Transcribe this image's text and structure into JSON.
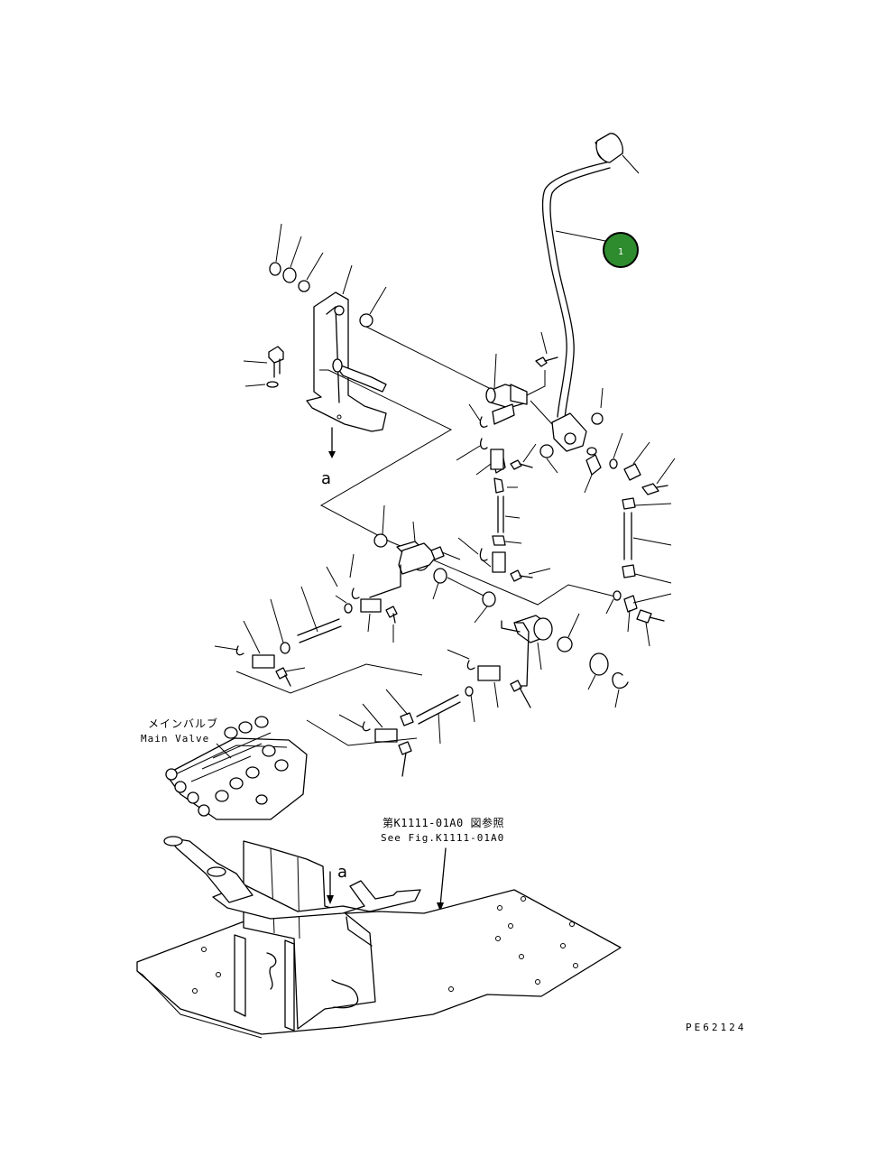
{
  "drawing": {
    "callout_number": "1",
    "callout_color": "#2e8b2e",
    "arrow_label": "a",
    "main_valve_jp": "メインバルブ",
    "main_valve_en": "Main Valve",
    "see_fig_jp": "第K1111-01A0 図参照",
    "see_fig_en": "See Fig.K1111-01A0",
    "drawing_code": "PE62124"
  }
}
